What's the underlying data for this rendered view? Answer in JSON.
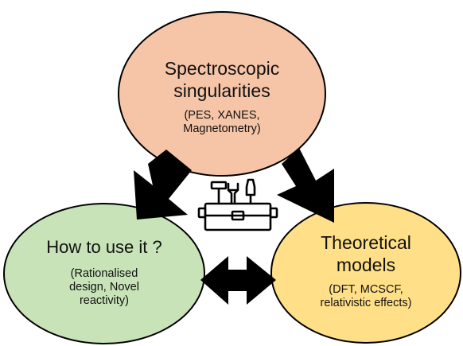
{
  "colors": {
    "top_fill": "#f6c5a8",
    "left_fill": "#c7e3b7",
    "right_fill": "#ffdf87",
    "outline": "#000000",
    "arrow": "#000000"
  },
  "bubbles": {
    "top": {
      "title": "Spectroscopic\nsingularities",
      "subtitle": "(PES, XANES,\nMagnetometry)"
    },
    "left": {
      "title": "How to use it ?",
      "subtitle": "(Rationalised\ndesign, Novel\nreactivity)"
    },
    "right": {
      "title": "Theoretical\nmodels",
      "subtitle": "(DFT, MCSCF,\nrelativistic effects)"
    }
  },
  "icons": {
    "center": "toolbox-icon",
    "arrow_top_left": "arrow-down-left-icon",
    "arrow_top_right": "arrow-down-right-icon",
    "arrow_horizontal": "double-arrow-horizontal-icon"
  }
}
